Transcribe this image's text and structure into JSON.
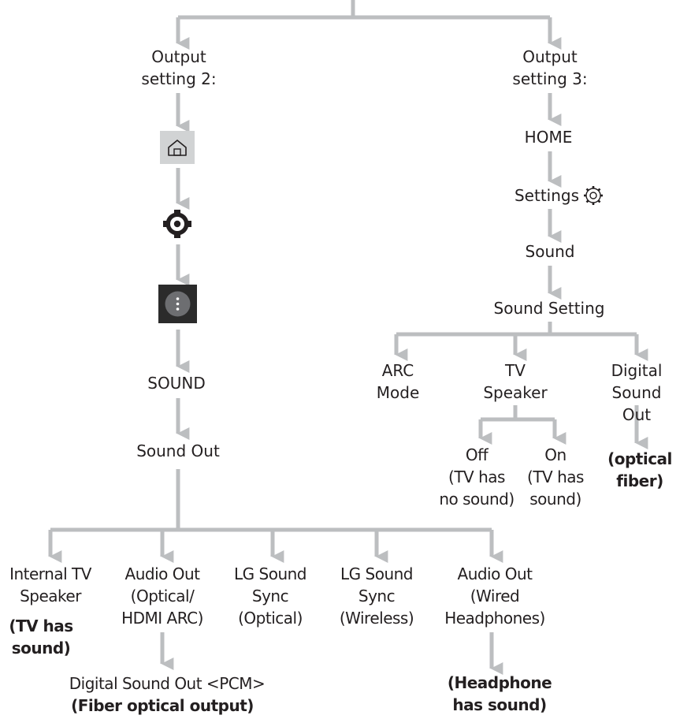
{
  "left": {
    "header": "Output\nsetting 2:",
    "icons": [
      "home-icon",
      "settings-ring-icon",
      "more-menu-icon"
    ],
    "sound": "SOUND",
    "sound_out": "Sound Out",
    "options": [
      {
        "label": "Internal TV\nSpeaker",
        "result": "(TV has\nsound)"
      },
      {
        "label": "Audio Out\n(Optical/\nHDMI ARC)",
        "sub": "Digital Sound Out <PCM>",
        "result": "(Fiber optical output)"
      },
      {
        "label": "LG Sound\nSync\n(Optical)"
      },
      {
        "label": "LG Sound\nSync\n(Wireless)"
      },
      {
        "label": "Audio Out\n(Wired\nHeadphones)",
        "result": "(Headphone\nhas sound)"
      }
    ]
  },
  "right": {
    "header": "Output\nsetting 3:",
    "home": "HOME",
    "settings": "Settings",
    "settings_icon": "gear-icon",
    "sound": "Sound",
    "sound_setting": "Sound Setting",
    "options": [
      {
        "label": "ARC\nMode"
      },
      {
        "label": "TV\nSpeaker",
        "children": [
          {
            "label": "Off\n(TV has\nno sound)"
          },
          {
            "label": "On\n(TV has\nsound)"
          }
        ]
      },
      {
        "label": "Digital\nSound Out",
        "result": "(optical\nfiber)"
      }
    ]
  },
  "colors": {
    "connector": "#bcbec0",
    "text": "#231f20",
    "icon_bg": "#d1d3d4",
    "icon_dark": "#2b2b2b"
  }
}
